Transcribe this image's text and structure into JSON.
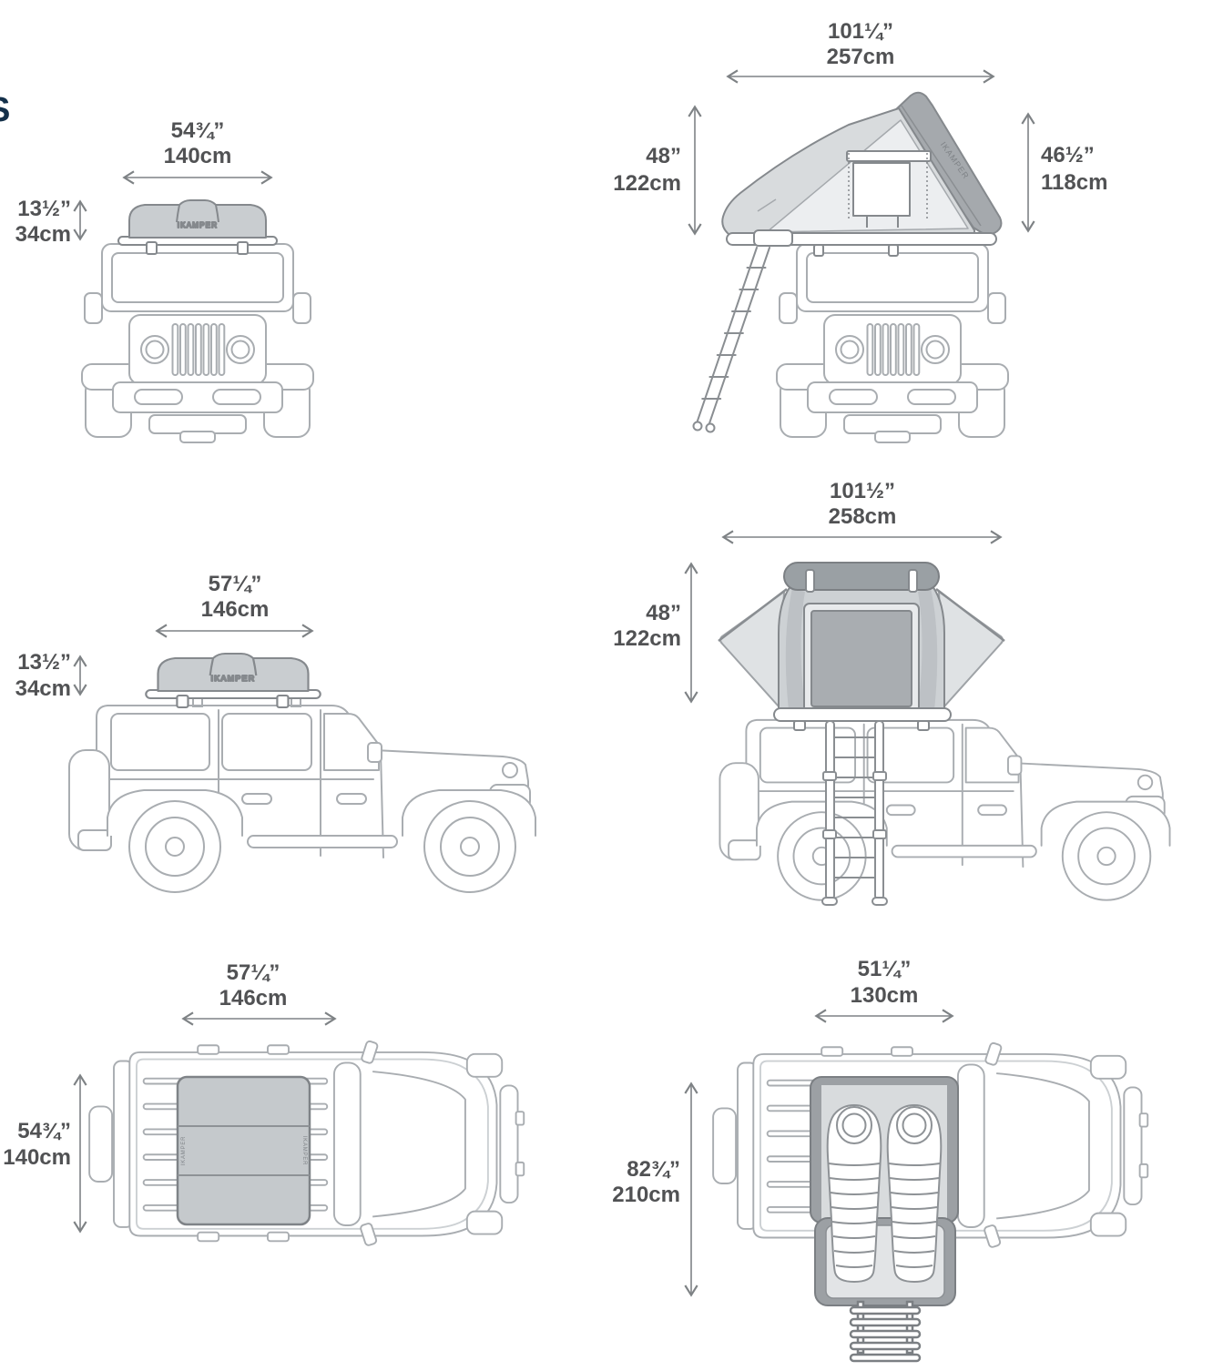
{
  "page": {
    "cropped_heading_letter": "S"
  },
  "brand": {
    "logo": "IKAMPER"
  },
  "style": {
    "background": "#ffffff",
    "heading_color": "#14304a",
    "dim_text_color": "#515254",
    "arrow_color": "#7e8285",
    "line_color": "#a9adb1",
    "tent_fill": "#c9cdd0",
    "shell_fill": "#a5a9ad"
  },
  "panels": {
    "front_closed": {
      "width_in": "54¾”",
      "width_cm": "140cm",
      "height_in": "13½”",
      "height_cm": "34cm"
    },
    "side_open": {
      "length_in": "101¼”",
      "length_cm": "257cm",
      "height_total_in": "48”",
      "height_total_cm": "122cm",
      "height_shell_in": "46½”",
      "height_shell_cm": "118cm"
    },
    "side_closed": {
      "length_in": "57¼”",
      "length_cm": "146cm",
      "height_in": "13½”",
      "height_cm": "34cm"
    },
    "rear_open": {
      "length_in": "101½”",
      "length_cm": "258cm",
      "height_in": "48”",
      "height_cm": "122cm"
    },
    "top_closed": {
      "length_in": "57¼”",
      "length_cm": "146cm",
      "width_in": "54¾”",
      "width_cm": "140cm"
    },
    "top_open": {
      "width_in": "51¼”",
      "width_cm": "130cm",
      "length_in": "82¾”",
      "length_cm": "210cm"
    }
  }
}
